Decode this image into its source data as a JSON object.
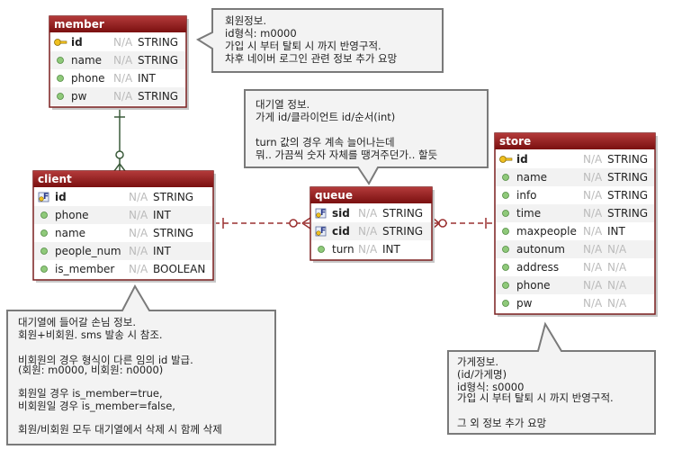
{
  "tables": [
    {
      "name": "member",
      "columns": [
        {
          "name": "id",
          "null": "N/A",
          "type": "STRING",
          "key": "pk"
        },
        {
          "name": "name",
          "null": "N/A",
          "type": "STRING",
          "key": ""
        },
        {
          "name": "phone",
          "null": "N/A",
          "type": "INT",
          "key": ""
        },
        {
          "name": "pw",
          "null": "N/A",
          "type": "STRING",
          "key": ""
        }
      ]
    },
    {
      "name": "client",
      "columns": [
        {
          "name": "id",
          "null": "N/A",
          "type": "STRING",
          "key": "pkfk"
        },
        {
          "name": "phone",
          "null": "N/A",
          "type": "INT",
          "key": ""
        },
        {
          "name": "name",
          "null": "N/A",
          "type": "STRING",
          "key": ""
        },
        {
          "name": "people_num",
          "null": "N/A",
          "type": "INT",
          "key": ""
        },
        {
          "name": "is_member",
          "null": "N/A",
          "type": "BOOLEAN",
          "key": ""
        }
      ]
    },
    {
      "name": "queue",
      "columns": [
        {
          "name": "sid",
          "null": "N/A",
          "type": "STRING",
          "key": "pkfk"
        },
        {
          "name": "cid",
          "null": "N/A",
          "type": "STRING",
          "key": "pkfk"
        },
        {
          "name": "turn",
          "null": "N/A",
          "type": "INT",
          "key": ""
        }
      ]
    },
    {
      "name": "store",
      "columns": [
        {
          "name": "id",
          "null": "N/A",
          "type": "STRING",
          "key": "pk"
        },
        {
          "name": "name",
          "null": "N/A",
          "type": "STRING",
          "key": ""
        },
        {
          "name": "info",
          "null": "N/A",
          "type": "STRING",
          "key": ""
        },
        {
          "name": "time",
          "null": "N/A",
          "type": "STRING",
          "key": ""
        },
        {
          "name": "maxpeople",
          "null": "N/A",
          "type": "INT",
          "key": ""
        },
        {
          "name": "autonum",
          "null": "N/A",
          "type": "N/A",
          "key": ""
        },
        {
          "name": "address",
          "null": "N/A",
          "type": "N/A",
          "key": ""
        },
        {
          "name": "phone",
          "null": "N/A",
          "type": "N/A",
          "key": ""
        },
        {
          "name": "pw",
          "null": "N/A",
          "type": "N/A",
          "key": ""
        }
      ]
    }
  ],
  "notes": [
    {
      "lines": [
        "회원정보.",
        "id형식: m0000",
        "가입 시 부터 탈퇴 시 까지 반영구적.",
        "차후 네이버 로그인 관련 정보 추가 요망"
      ]
    },
    {
      "lines": [
        "대기열 정보.",
        "가게 id/클라이언트 id/순서(int)",
        "",
        "turn 값의 경우 계속 늘어나는데",
        "뭐.. 가끔씩 숫자 자체를 땡겨주던가.. 할듯"
      ]
    },
    {
      "lines": [
        "대기열에 들어갈 손님 정보.",
        "회원+비회원. sms 발송 시 참조.",
        "",
        "비회원의 경우 형식이 다른 임의 id 발급.",
        "(회원: m0000, 비회원: n0000)",
        "",
        "회원일 경우 is_member=true,",
        "비회원일 경우 is_member=false,",
        "",
        "회원/비회원 모두 대기열에서 삭제 시 함께 삭제"
      ]
    },
    {
      "lines": [
        "가게정보.",
        "(id/가게명)",
        "id형식: s0000",
        "가입 시 부터 탈퇴 시 까지 반영구적.",
        "",
        "그 외 정보 추가 요망"
      ]
    }
  ],
  "colors": {
    "header": "#8a1818",
    "border": "#7a1f1f",
    "rel_member_client": "#3a5a3a",
    "rel_queue": "#9a3030"
  }
}
